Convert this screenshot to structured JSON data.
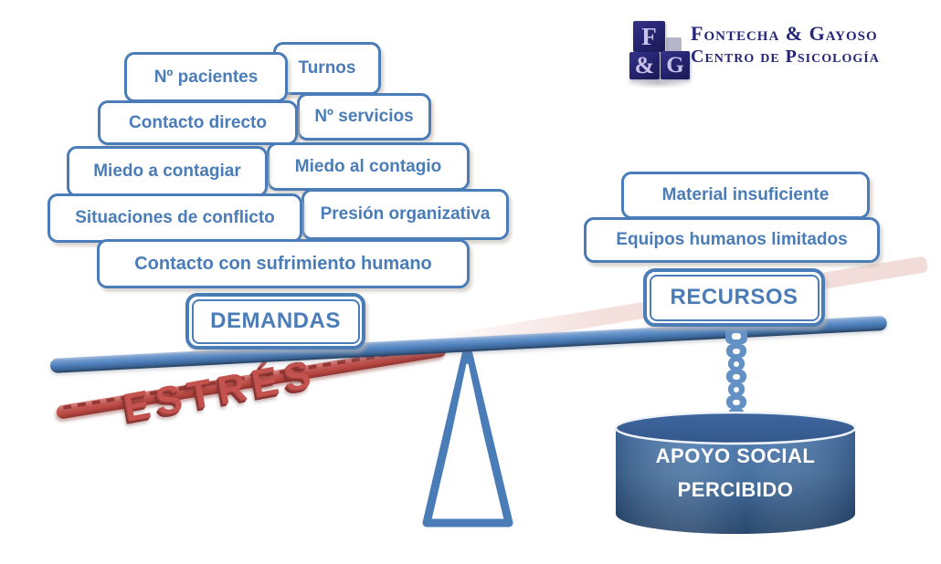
{
  "brand": {
    "name_line1": "Fontecha & Gayoso",
    "name_line2": "Centro de Psicología",
    "cube_f": "F",
    "cube_amp": "&",
    "cube_g": "G"
  },
  "balance": {
    "demands": {
      "title": "DEMANDAS",
      "items": [
        "Nº pacientes",
        "Turnos",
        "Contacto directo",
        "Nº servicios",
        "Miedo a contagiar",
        "Miedo al contagio",
        "Situaciones de conflicto",
        "Presión organizativa",
        "Contacto con sufrimiento humano"
      ]
    },
    "resources": {
      "title": "RECURSOS",
      "items": [
        "Material insuficiente",
        "Equipos humanos limitados"
      ]
    },
    "stress": "ESTRÉS",
    "support": {
      "line1": "APOYO SOCIAL",
      "line2": "PERCIBIDO"
    }
  },
  "colors": {
    "accent_blue": "#4a7cb8",
    "beam_blue": "#4f81bd",
    "stress_red": "#c0504d",
    "ghost_pink": "#f2dcd9",
    "logo_navy": "#23226b",
    "logo_lavender": "#c9c2e8"
  }
}
